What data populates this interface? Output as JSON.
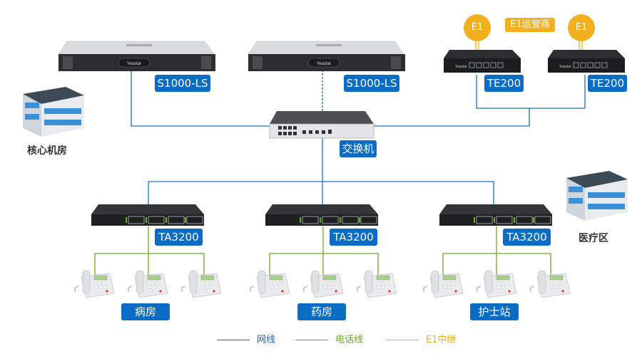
{
  "servers": [
    {
      "label": "S1000-LS",
      "brand": "Yeastar"
    },
    {
      "label": "S1000-LS",
      "brand": "Yeastar"
    }
  ],
  "e1": {
    "carrier_label": "E1运营商",
    "circle_label": "E1"
  },
  "gateways_e1": [
    {
      "label": "TE200"
    },
    {
      "label": "TE200"
    }
  ],
  "switch": {
    "label": "交换机"
  },
  "buildings": {
    "core": "核心机房",
    "medical": "医疗区"
  },
  "gateways_fxs": [
    {
      "label": "TA3200",
      "area": "病房"
    },
    {
      "label": "TA3200",
      "area": "药房"
    },
    {
      "label": "TA3200",
      "area": "护士站"
    }
  ],
  "legend": [
    {
      "label": "网线",
      "color": "#0a6cc2"
    },
    {
      "label": "电话线",
      "color": "#6aaa2a"
    },
    {
      "label": "E1中继",
      "color": "#f2b01e"
    }
  ],
  "colors": {
    "network": "#0a6cc2",
    "phone": "#6aaa2a",
    "e1": "#f2b01e"
  }
}
